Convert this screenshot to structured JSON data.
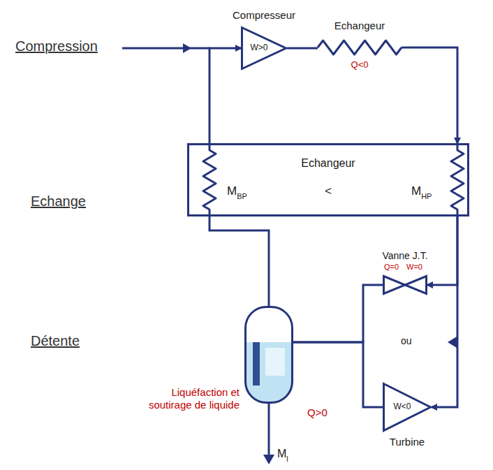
{
  "diagram": {
    "nodes": [
      {
        "text": [
          "Compresseur",
          "W>0"
        ]
      },
      {
        "text": [
          "Echangeur",
          "Q<0"
        ]
      },
      {
        "text": [
          "Echangeur",
          "M",
          "BP",
          "<",
          "M",
          "HP"
        ]
      },
      {
        "text": [
          "Vanne J.T.",
          "Q=0",
          "W=0"
        ]
      },
      {
        "text": [
          "W<0",
          "Turbine"
        ]
      },
      {
        "text": [
          "Liquéfaction et soutirage de liquide"
        ]
      }
    ],
    "edges": [
      {
        "from": 0,
        "to": 1,
        "arrow": "none"
      },
      {
        "from": 1,
        "to": 2,
        "arrow": "to"
      },
      {
        "from": 2,
        "to": 3,
        "arrow": "to"
      },
      {
        "from": 2,
        "to": 4,
        "arrow": "to"
      },
      {
        "from": 3,
        "to": 5,
        "arrow": "none"
      },
      {
        "from": 4,
        "to": 5,
        "arrow": "none"
      },
      {
        "from": 5,
        "to": 2,
        "arrow": "none"
      },
      {
        "from": 2,
        "to": 0,
        "arrow": "to"
      }
    ],
    "labels": [
      "Compression",
      "Echange",
      "Détente",
      "ou",
      "Q>0",
      "M",
      "l"
    ]
  }
}
